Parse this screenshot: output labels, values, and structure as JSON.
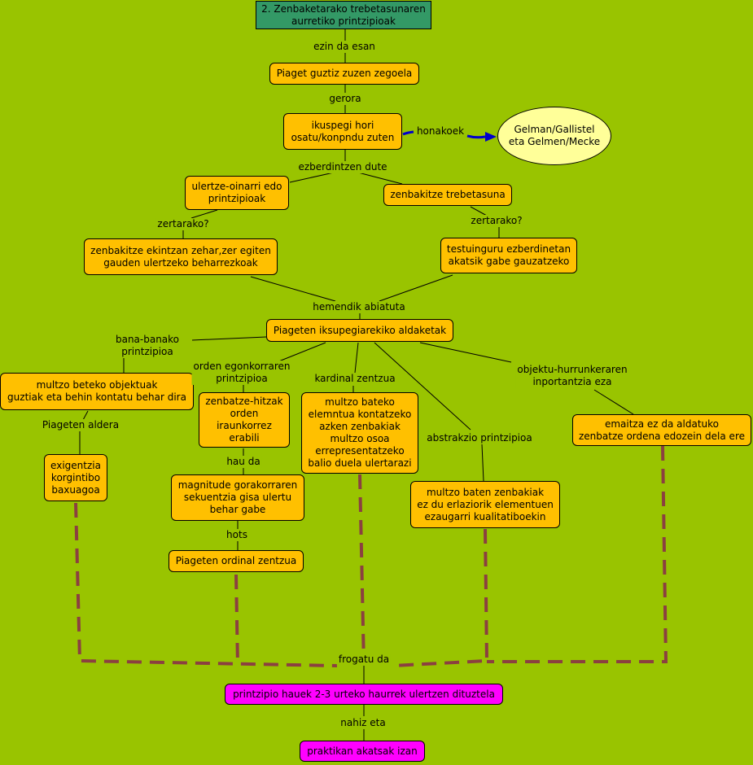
{
  "nodes": {
    "title": "2. Zenbaketarako trebetasunaren\naurretiko printzipioak",
    "piaget": "Piaget guztiz zuzen zegoela",
    "ikuspegi": "ikuspegi hori\nosatu/konpndu zuten",
    "gelman": "Gelman/Gallistel\neta Gelmen/Mecke",
    "ulertze": "ulertze-oinarri edo\nprintzipioak",
    "zenb_treb": "zenbakitze trebetasuna",
    "zenb_ekintza": "zenbakitze ekintzan zehar,zer egiten\ngauden ulertzeko beharrezkoak",
    "testuinguru": "testuinguru ezberdinetan\nakatsik gabe gauzatzeko",
    "aldaketak": "Piageten iksupegiarekiko aldaketak",
    "multzo_beteko": "multzo beteko objektuak\nguztiak eta behin kontatu behar dira",
    "exigentzia": "exigentzia\nkorgintibo\nbaxuagoa",
    "zenbatze_hitzak": "zenbatze-hitzak\norden\niraunkorrez\nerabili",
    "magnitude": "magnitude gorakorraren\nsekuentzia gisa ulertu\nbehar gabe",
    "ordinal": "Piageten ordinal zentzua",
    "multzo_bateko": "multzo bateko\nelemntua kontatzeko\nazken zenbakiak\nmultzo osoa\nerrepresentatzeko\nbalio duela ulertarazi",
    "erlaziorik": "multzo baten zenbakiak\nez du erlaziorik elementuen\nezaugarri kualitatiboekin",
    "emaitza": "emaitza ez da aldatuko\nzenbatze ordena edozein dela ere",
    "printzipio_hauek": "printzipio hauek 2-3 urteko haurrek ulertzen dituztela",
    "praktikan": "praktikan akatsak izan"
  },
  "links": {
    "ezin": "ezin da esan",
    "gerora": "gerora",
    "honakoek": "honakoek",
    "ezberdintzen": "ezberdintzen dute",
    "zertarako1": "zertarako?",
    "zertarako2": "zertarako?",
    "hemendik": "hemendik abiatuta",
    "bana": "bana-banako\nprintzipioa",
    "orden": "orden egonkorraren\nprintzipioa",
    "kardinal": "kardinal zentzua",
    "objektu": "objektu-hurrunkeraren\ninportantzia eza",
    "abstrakzio": "abstrakzio printzipioa",
    "piageten_aldera": "Piageten aldera",
    "hau_da": "hau da",
    "hots": "hots",
    "frogatu": "frogatu da",
    "nahiz": "nahiz eta"
  },
  "colors": {
    "background": "#99c400",
    "concept": "#ffc000",
    "title": "#339966",
    "highlight": "#ff00ff",
    "oval": "#ffff99",
    "dashed_link": "#8b4040",
    "arrow": "#0000cc"
  }
}
